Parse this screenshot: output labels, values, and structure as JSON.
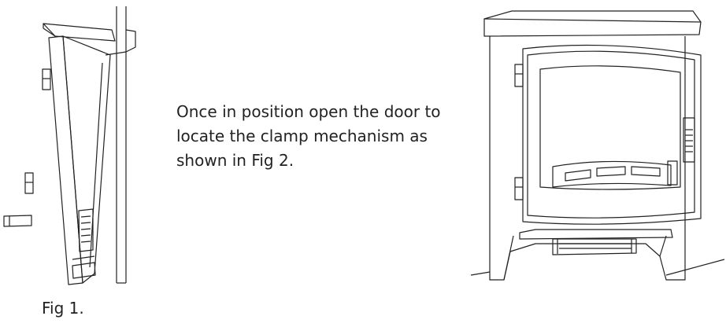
{
  "instruction": {
    "line1": "Once in position open the door to",
    "line2": "locate the clamp mechanism as",
    "line3": "shown in Fig 2."
  },
  "fig1": {
    "caption": "Fig 1."
  }
}
